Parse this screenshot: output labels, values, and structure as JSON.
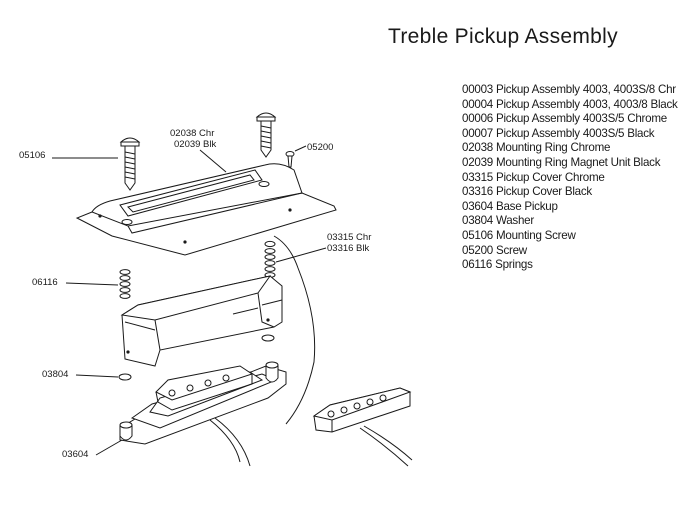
{
  "title": "Treble Pickup Assembly",
  "legend": [
    "00003 Pickup Assembly 4003, 4003S/8 Chr",
    "00004 Pickup Assembly 4003, 4003/8 Black",
    "00006 Pickup Assembly 4003S/5 Chrome",
    "00007 Pickup Assembly 4003S/5 Black",
    "02038 Mounting Ring Chrome",
    "02039 Mounting Ring Magnet Unit Black",
    "03315 Pickup Cover Chrome",
    "03316 Pickup Cover Black",
    "03604 Base Pickup",
    "03804 Washer",
    "05106 Mounting Screw",
    "05200 Screw",
    "06116 Springs"
  ],
  "callouts": {
    "c02038": "02038 Chr",
    "c02039": "02039 Blk",
    "c05200": "05200",
    "c05106": "05106",
    "c03315": "03315 Chr",
    "c03316": "03316 Blk",
    "c06116": "06116",
    "c03804": "03804",
    "c03604": "03604"
  }
}
